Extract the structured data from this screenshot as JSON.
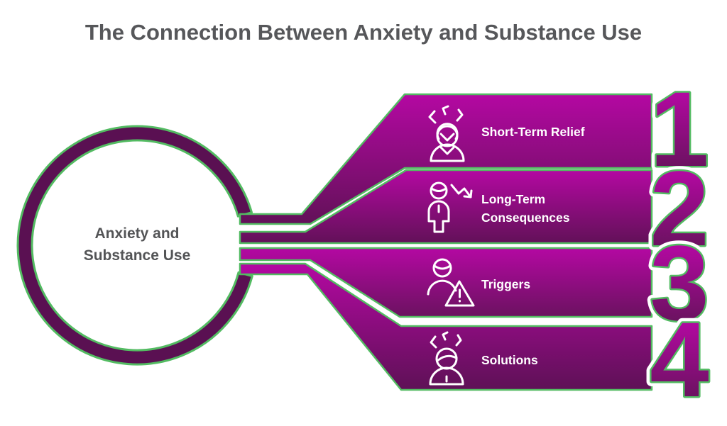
{
  "title": "The Connection Between Anxiety and Substance Use",
  "center": {
    "label_line1": "Anxiety and",
    "label_line2": "Substance Use"
  },
  "items": [
    {
      "number": "1",
      "label": "Short-Term Relief",
      "icon": "stressed-woman-icon"
    },
    {
      "number": "2",
      "label_line1": "Long-Term",
      "label_line2": "Consequences",
      "icon": "person-declining-arrow-icon"
    },
    {
      "number": "3",
      "label": "Triggers",
      "icon": "person-warning-icon"
    },
    {
      "number": "4",
      "label": "Solutions",
      "icon": "stressed-person-icon"
    }
  ],
  "colors": {
    "banner_top": "#b408a2",
    "banner_bottom": "#621158",
    "ring": "#5a1052",
    "outline_green": "#53bb62",
    "title_gray": "#56575a",
    "label_white": "#ffffff"
  }
}
